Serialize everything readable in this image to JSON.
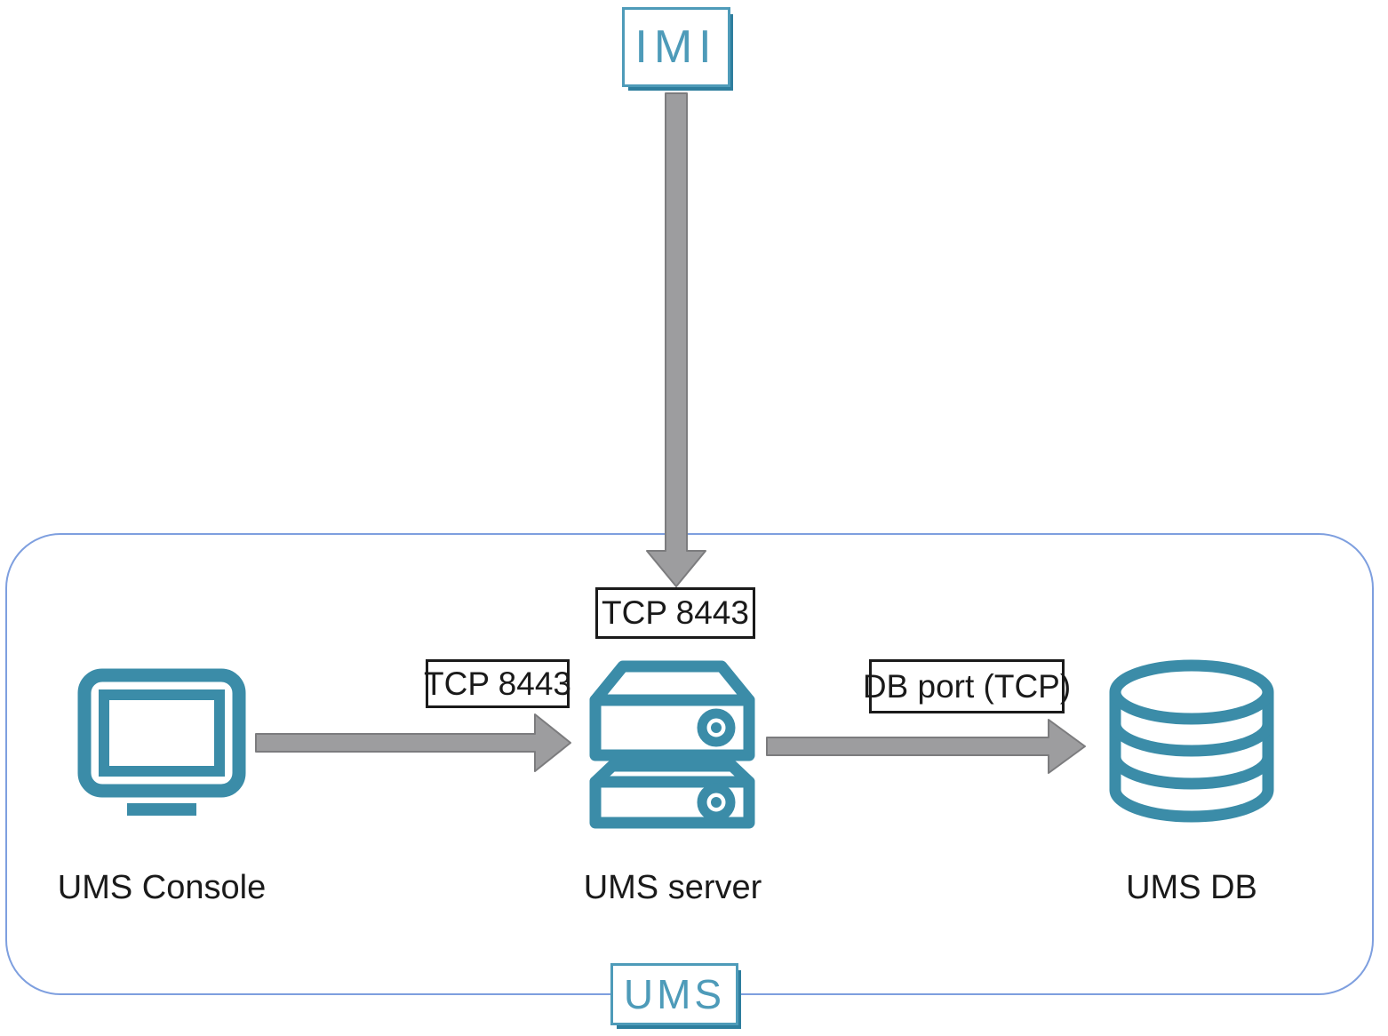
{
  "diagram": {
    "external": {
      "label": "IMI"
    },
    "boundary": {
      "label": "UMS"
    },
    "nodes": [
      {
        "id": "ums-console",
        "label": "UMS Console",
        "icon": "monitor-icon"
      },
      {
        "id": "ums-server",
        "label": "UMS server",
        "icon": "server-icon"
      },
      {
        "id": "ums-db",
        "label": "UMS DB",
        "icon": "database-icon"
      }
    ],
    "connections": [
      {
        "from": "IMI",
        "to": "UMS server",
        "label": "TCP 8443",
        "direction": "down"
      },
      {
        "from": "UMS Console",
        "to": "UMS server",
        "label": "TCP 8443",
        "direction": "right"
      },
      {
        "from": "UMS server",
        "to": "UMS DB",
        "label": "DB port (TCP)",
        "direction": "right"
      }
    ],
    "colors": {
      "icon_teal": "#3B8CA8",
      "logo_teal": "#4E9BB9",
      "logo_shadow": "#2E7E9E",
      "arrow_fill": "#9D9D9F",
      "arrow_outline": "#7C7C7E",
      "boundary_blue": "#7E9FDF",
      "text_black": "#1A1A1A"
    }
  }
}
